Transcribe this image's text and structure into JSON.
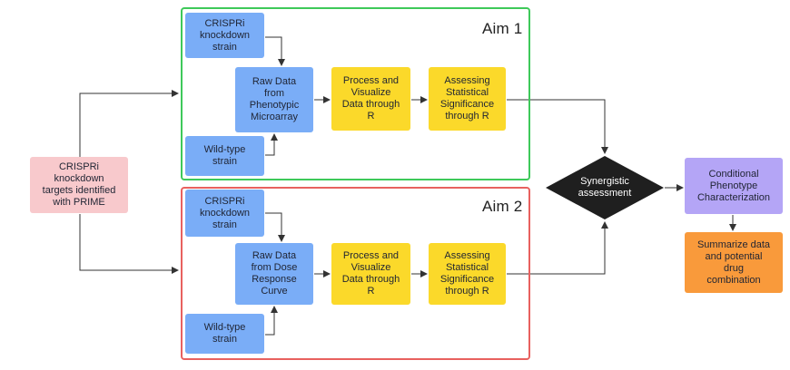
{
  "aims": {
    "aim1": {
      "title": "Aim 1",
      "crispri": "CRISPRi\nknockdown\nstrain",
      "wildtype": "Wild-type\nstrain",
      "raw": "Raw Data\nfrom\nPhenotypic\nMicroarray",
      "process": "Process and\nVisualize\nData through\nR",
      "assess": "Assessing\nStatistical\nSignificance\nthrough R"
    },
    "aim2": {
      "title": "Aim 2",
      "crispri": "CRISPRi\nknockdown\nstrain",
      "wildtype": "Wild-type\nstrain",
      "raw": "Raw Data\nfrom Dose\nResponse\nCurve",
      "process": "Process and\nVisualize\nData through\nR",
      "assess": "Assessing\nStatistical\nSignificance\nthrough R"
    }
  },
  "start": "CRISPRi\nknockdown\ntargets identified\nwith PRIME",
  "decision": "Synergistic\nassessment",
  "conditional": "Conditional\nPhenotype\nCharacterization",
  "summary": "Summarize data\nand potential\ndrug\ncombination",
  "colors": {
    "aim1_border": "#3ec95a",
    "aim2_border": "#e8615f",
    "blue": "#7aadf7",
    "yellow": "#fbd92a",
    "pink": "#f8c9cc",
    "purple": "#b4a5f6",
    "orange": "#f99a3b",
    "diamond": "#1f1f1f"
  }
}
